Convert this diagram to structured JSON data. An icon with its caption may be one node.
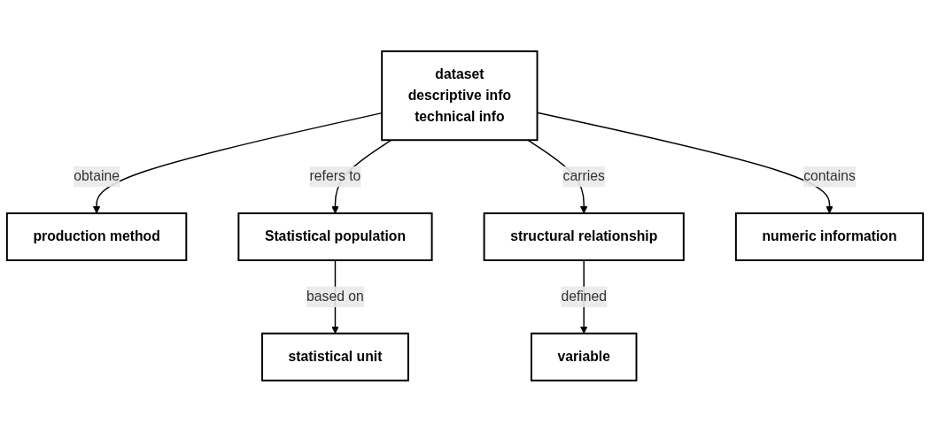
{
  "diagram": {
    "nodes": [
      {
        "text": [
          "production method"
        ]
      },
      {
        "text": [
          "Statistical population"
        ]
      },
      {
        "text": [
          "dataset",
          "descriptive info",
          "technical info"
        ]
      },
      {
        "text": [
          "structural relationship"
        ]
      },
      {
        "text": [
          "statistical unit"
        ]
      },
      {
        "text": [
          "numeric information"
        ]
      },
      {
        "text": [
          "variable"
        ]
      }
    ],
    "edges": [
      {
        "from": 2,
        "to": 0,
        "arrow": "to",
        "label": "obtaine"
      },
      {
        "from": 2,
        "to": 1,
        "arrow": "to",
        "label": "refers to"
      },
      {
        "from": 2,
        "to": 3,
        "arrow": "to",
        "label": "carries"
      },
      {
        "from": 1,
        "to": 4,
        "arrow": "to",
        "label": "based on"
      },
      {
        "from": 2,
        "to": 5,
        "arrow": "to",
        "label": "contains"
      },
      {
        "from": 3,
        "to": 6,
        "arrow": "to",
        "label": "defined"
      }
    ]
  }
}
